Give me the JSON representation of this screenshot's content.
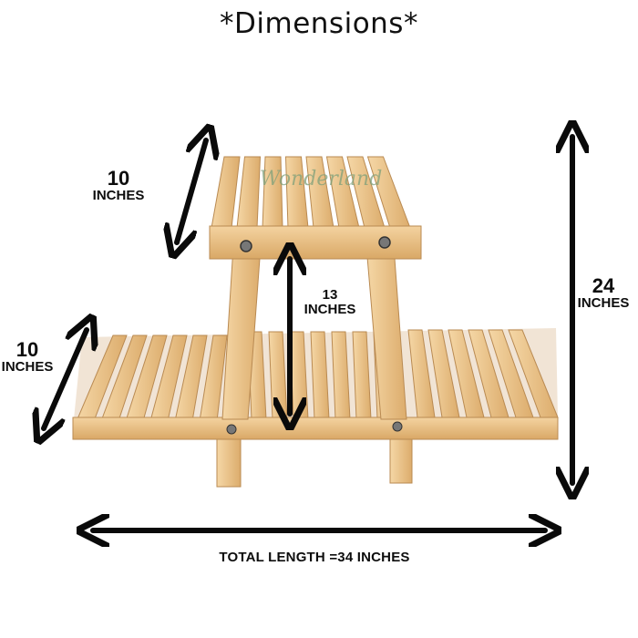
{
  "title": "*Dimensions*",
  "watermark": "Wonderland",
  "dimensions": {
    "top_shelf_height": {
      "value": "10",
      "unit": "INCHES"
    },
    "leg_gap": {
      "value": "13",
      "unit": "INCHES"
    },
    "side_depth": {
      "value": "10",
      "unit": "INCHES"
    },
    "total_height": {
      "value": "24",
      "unit": "INCHES"
    },
    "total_length": "TOTAL LENGTH =34 INCHES"
  },
  "colors": {
    "wood_light": "#f0cb93",
    "wood_mid": "#e3b476",
    "wood_dark": "#b98a52",
    "arrow": "#0a0a0a"
  }
}
